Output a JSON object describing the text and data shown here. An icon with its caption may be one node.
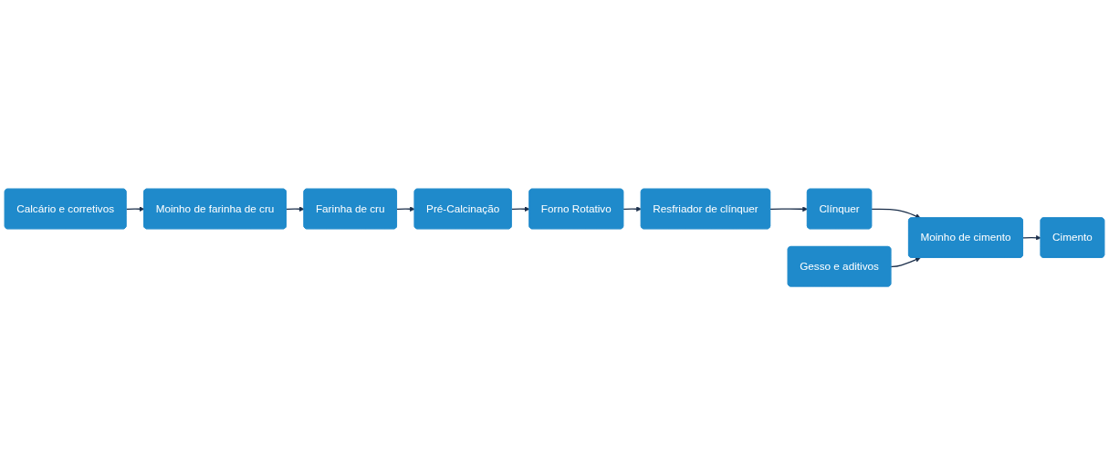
{
  "diagram": {
    "nodes": [
      {
        "text": [
          "Calcário e corretivos"
        ]
      },
      {
        "text": [
          "Moinho de farinha de cru"
        ]
      },
      {
        "text": [
          "Farinha de cru"
        ]
      },
      {
        "text": [
          "Pré-Calcinação"
        ]
      },
      {
        "text": [
          "Forno Rotativo"
        ]
      },
      {
        "text": [
          "Resfriador de clínquer"
        ]
      },
      {
        "text": [
          "Clínquer"
        ]
      },
      {
        "text": [
          "Moinho de cimento"
        ]
      },
      {
        "text": [
          "Cimento"
        ]
      },
      {
        "text": [
          "Gesso e aditivos"
        ]
      }
    ],
    "edges": [
      {
        "from": 0,
        "to": 1,
        "arrow": "to"
      },
      {
        "from": 1,
        "to": 2,
        "arrow": "to"
      },
      {
        "from": 2,
        "to": 3,
        "arrow": "to"
      },
      {
        "from": 3,
        "to": 4,
        "arrow": "to"
      },
      {
        "from": 4,
        "to": 5,
        "arrow": "to"
      },
      {
        "from": 5,
        "to": 6,
        "arrow": "to"
      },
      {
        "from": 6,
        "to": 7,
        "arrow": "to"
      },
      {
        "from": 7,
        "to": 8,
        "arrow": "to"
      },
      {
        "from": 9,
        "to": 7,
        "arrow": "to"
      }
    ]
  }
}
